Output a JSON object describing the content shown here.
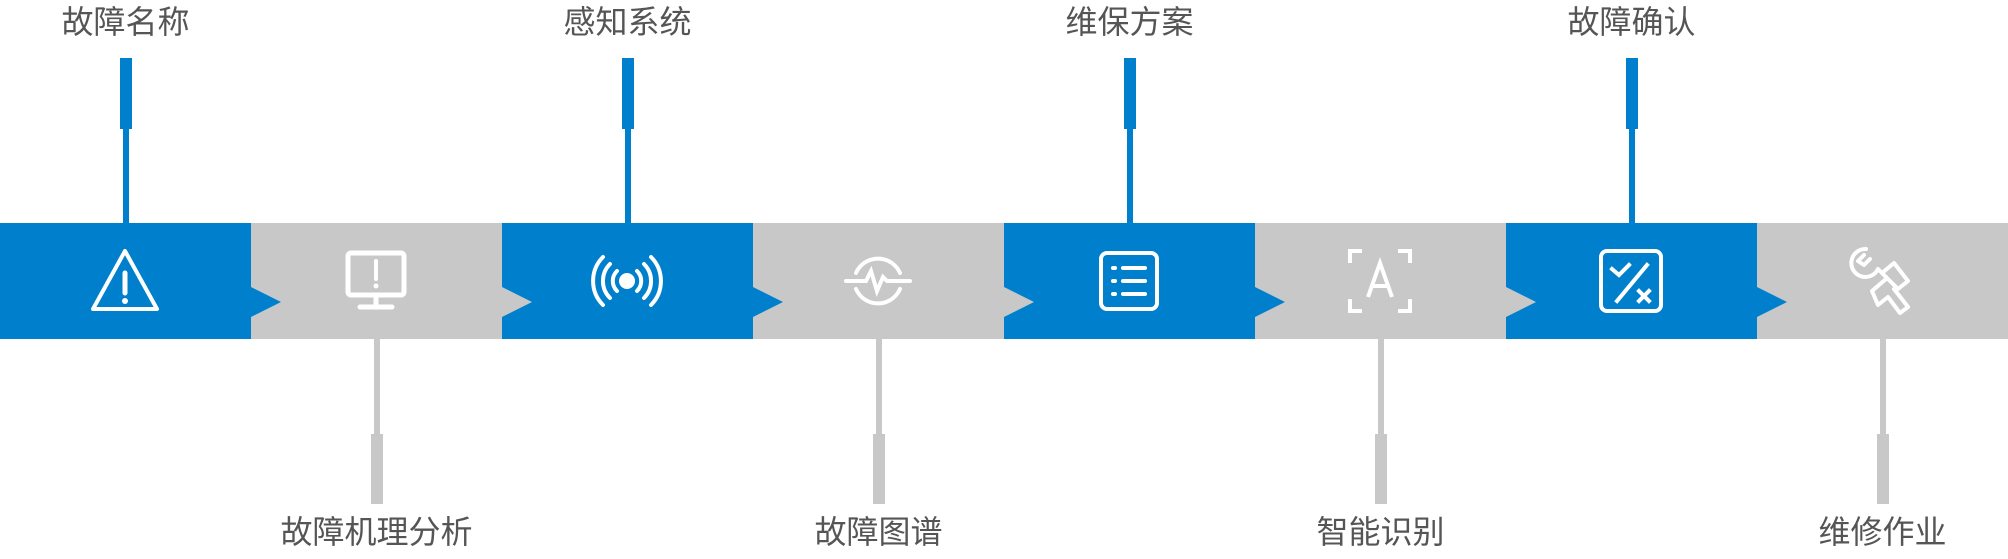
{
  "colors": {
    "active": "#0080cc",
    "inactive": "#c8c8c8",
    "text": "#555555"
  },
  "steps": [
    {
      "label": "故障名称",
      "icon": "warning-triangle-icon",
      "state": "active",
      "label_position": "top"
    },
    {
      "label": "故障机理分析",
      "icon": "monitor-alert-icon",
      "state": "inactive",
      "label_position": "bottom"
    },
    {
      "label": "感知系统",
      "icon": "signal-broadcast-icon",
      "state": "active",
      "label_position": "top"
    },
    {
      "label": "故障图谱",
      "icon": "waveform-circle-icon",
      "state": "inactive",
      "label_position": "bottom"
    },
    {
      "label": "维保方案",
      "icon": "list-icon",
      "state": "active",
      "label_position": "top"
    },
    {
      "label": "智能识别",
      "icon": "text-scan-icon",
      "state": "inactive",
      "label_position": "bottom"
    },
    {
      "label": "故障确认",
      "icon": "check-cross-box-icon",
      "state": "active",
      "label_position": "top"
    },
    {
      "label": "维修作业",
      "icon": "wrench-hand-icon",
      "state": "inactive",
      "label_position": "bottom"
    }
  ]
}
